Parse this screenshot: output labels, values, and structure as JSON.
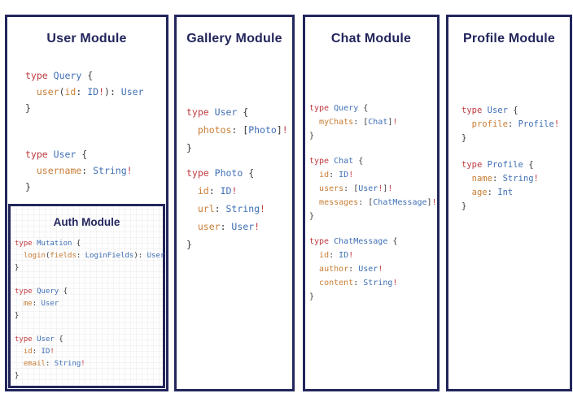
{
  "colors": {
    "navy_border_title": "#23265c",
    "keyword_red": "#c03a40",
    "type_blue": "#3f6fb5",
    "field_orange": "#c87d35",
    "bang_red": "#c03a40",
    "punctuation_dark": "#3a3a3a",
    "background": "#ffffff"
  },
  "panels": [
    {
      "title": "User Module",
      "blocks": [
        [
          [
            [
              "type",
              "k"
            ],
            [
              " ",
              "p"
            ],
            [
              "Query",
              "t"
            ],
            [
              " {",
              "p"
            ]
          ],
          [
            [
              "  ",
              "p"
            ],
            [
              "user",
              "f"
            ],
            [
              "(",
              "p"
            ],
            [
              "id",
              "f"
            ],
            [
              ": ",
              "p"
            ],
            [
              "ID",
              "t"
            ],
            [
              "!",
              "b"
            ],
            [
              "): ",
              "p"
            ],
            [
              "User",
              "t"
            ]
          ],
          [
            [
              "}",
              "p"
            ]
          ]
        ],
        [
          [
            [
              "type",
              "k"
            ],
            [
              " ",
              "p"
            ],
            [
              "User",
              "t"
            ],
            [
              " {",
              "p"
            ]
          ],
          [
            [
              "  ",
              "p"
            ],
            [
              "username",
              "f"
            ],
            [
              ": ",
              "p"
            ],
            [
              "String",
              "t"
            ],
            [
              "!",
              "b"
            ]
          ],
          [
            [
              "}",
              "p"
            ]
          ]
        ]
      ],
      "nested": {
        "title": "Auth Module",
        "blocks": [
          [
            [
              [
                "type",
                "k"
              ],
              [
                " ",
                "p"
              ],
              [
                "Mutation",
                "t"
              ],
              [
                " {",
                "p"
              ]
            ],
            [
              [
                "  ",
                "p"
              ],
              [
                "login",
                "f"
              ],
              [
                "(",
                "p"
              ],
              [
                "fields",
                "f"
              ],
              [
                ": ",
                "p"
              ],
              [
                "LoginFields",
                "t"
              ],
              [
                "): ",
                "p"
              ],
              [
                "User",
                "t"
              ]
            ],
            [
              [
                "}",
                "p"
              ]
            ]
          ],
          [
            [
              [
                "type",
                "k"
              ],
              [
                " ",
                "p"
              ],
              [
                "Query",
                "t"
              ],
              [
                " {",
                "p"
              ]
            ],
            [
              [
                "  ",
                "p"
              ],
              [
                "me",
                "f"
              ],
              [
                ": ",
                "p"
              ],
              [
                "User",
                "t"
              ]
            ],
            [
              [
                "}",
                "p"
              ]
            ]
          ],
          [
            [
              [
                "type",
                "k"
              ],
              [
                " ",
                "p"
              ],
              [
                "User",
                "t"
              ],
              [
                " {",
                "p"
              ]
            ],
            [
              [
                "  ",
                "p"
              ],
              [
                "id",
                "f"
              ],
              [
                ": ",
                "p"
              ],
              [
                "ID",
                "t"
              ],
              [
                "!",
                "b"
              ]
            ],
            [
              [
                "  ",
                "p"
              ],
              [
                "email",
                "f"
              ],
              [
                ": ",
                "p"
              ],
              [
                "String",
                "t"
              ],
              [
                "!",
                "b"
              ]
            ],
            [
              [
                "}",
                "p"
              ]
            ]
          ]
        ]
      }
    },
    {
      "title": "Gallery Module",
      "blocks": [
        [
          [
            [
              "type",
              "k"
            ],
            [
              " ",
              "p"
            ],
            [
              "User",
              "t"
            ],
            [
              " {",
              "p"
            ]
          ],
          [
            [
              "  ",
              "p"
            ],
            [
              "photos",
              "f"
            ],
            [
              ": [",
              "p"
            ],
            [
              "Photo",
              "t"
            ],
            [
              "]",
              "p"
            ],
            [
              "!",
              "b"
            ]
          ],
          [
            [
              "}",
              "p"
            ]
          ]
        ],
        [
          [
            [
              "type",
              "k"
            ],
            [
              " ",
              "p"
            ],
            [
              "Photo",
              "t"
            ],
            [
              " {",
              "p"
            ]
          ],
          [
            [
              "  ",
              "p"
            ],
            [
              "id",
              "f"
            ],
            [
              ": ",
              "p"
            ],
            [
              "ID",
              "t"
            ],
            [
              "!",
              "b"
            ]
          ],
          [
            [
              "  ",
              "p"
            ],
            [
              "url",
              "f"
            ],
            [
              ": ",
              "p"
            ],
            [
              "String",
              "t"
            ],
            [
              "!",
              "b"
            ]
          ],
          [
            [
              "  ",
              "p"
            ],
            [
              "user",
              "f"
            ],
            [
              ": ",
              "p"
            ],
            [
              "User",
              "t"
            ],
            [
              "!",
              "b"
            ]
          ],
          [
            [
              "}",
              "p"
            ]
          ]
        ]
      ]
    },
    {
      "title": "Chat Module",
      "blocks": [
        [
          [
            [
              "type",
              "k"
            ],
            [
              " ",
              "p"
            ],
            [
              "Query",
              "t"
            ],
            [
              " {",
              "p"
            ]
          ],
          [
            [
              "  ",
              "p"
            ],
            [
              "myChats",
              "f"
            ],
            [
              ": [",
              "p"
            ],
            [
              "Chat",
              "t"
            ],
            [
              "]",
              "p"
            ],
            [
              "!",
              "b"
            ]
          ],
          [
            [
              "}",
              "p"
            ]
          ]
        ],
        [
          [
            [
              "type",
              "k"
            ],
            [
              " ",
              "p"
            ],
            [
              "Chat",
              "t"
            ],
            [
              " {",
              "p"
            ]
          ],
          [
            [
              "  ",
              "p"
            ],
            [
              "id",
              "f"
            ],
            [
              ": ",
              "p"
            ],
            [
              "ID",
              "t"
            ],
            [
              "!",
              "b"
            ]
          ],
          [
            [
              "  ",
              "p"
            ],
            [
              "users",
              "f"
            ],
            [
              ": [",
              "p"
            ],
            [
              "User",
              "t"
            ],
            [
              "!",
              "b"
            ],
            [
              "]",
              "p"
            ],
            [
              "!",
              "b"
            ]
          ],
          [
            [
              "  ",
              "p"
            ],
            [
              "messages",
              "f"
            ],
            [
              ": [",
              "p"
            ],
            [
              "ChatMessage",
              "t"
            ],
            [
              "]",
              "p"
            ],
            [
              "!",
              "b"
            ]
          ],
          [
            [
              "}",
              "p"
            ]
          ]
        ],
        [
          [
            [
              "type",
              "k"
            ],
            [
              " ",
              "p"
            ],
            [
              "ChatMessage",
              "t"
            ],
            [
              " {",
              "p"
            ]
          ],
          [
            [
              "  ",
              "p"
            ],
            [
              "id",
              "f"
            ],
            [
              ": ",
              "p"
            ],
            [
              "ID",
              "t"
            ],
            [
              "!",
              "b"
            ]
          ],
          [
            [
              "  ",
              "p"
            ],
            [
              "author",
              "f"
            ],
            [
              ": ",
              "p"
            ],
            [
              "User",
              "t"
            ],
            [
              "!",
              "b"
            ]
          ],
          [
            [
              "  ",
              "p"
            ],
            [
              "content",
              "f"
            ],
            [
              ": ",
              "p"
            ],
            [
              "String",
              "t"
            ],
            [
              "!",
              "b"
            ]
          ],
          [
            [
              "}",
              "p"
            ]
          ]
        ]
      ]
    },
    {
      "title": "Profile Module",
      "blocks": [
        [
          [
            [
              "type",
              "k"
            ],
            [
              " ",
              "p"
            ],
            [
              "User",
              "t"
            ],
            [
              " {",
              "p"
            ]
          ],
          [
            [
              "  ",
              "p"
            ],
            [
              "profile",
              "f"
            ],
            [
              ": ",
              "p"
            ],
            [
              "Profile",
              "t"
            ],
            [
              "!",
              "b"
            ]
          ],
          [
            [
              "}",
              "p"
            ]
          ]
        ],
        [
          [
            [
              "type",
              "k"
            ],
            [
              " ",
              "p"
            ],
            [
              "Profile",
              "t"
            ],
            [
              " {",
              "p"
            ]
          ],
          [
            [
              "  ",
              "p"
            ],
            [
              "name",
              "f"
            ],
            [
              ": ",
              "p"
            ],
            [
              "String",
              "t"
            ],
            [
              "!",
              "b"
            ]
          ],
          [
            [
              "  ",
              "p"
            ],
            [
              "age",
              "f"
            ],
            [
              ": ",
              "p"
            ],
            [
              "Int",
              "t"
            ]
          ],
          [
            [
              "}",
              "p"
            ]
          ]
        ]
      ]
    }
  ]
}
